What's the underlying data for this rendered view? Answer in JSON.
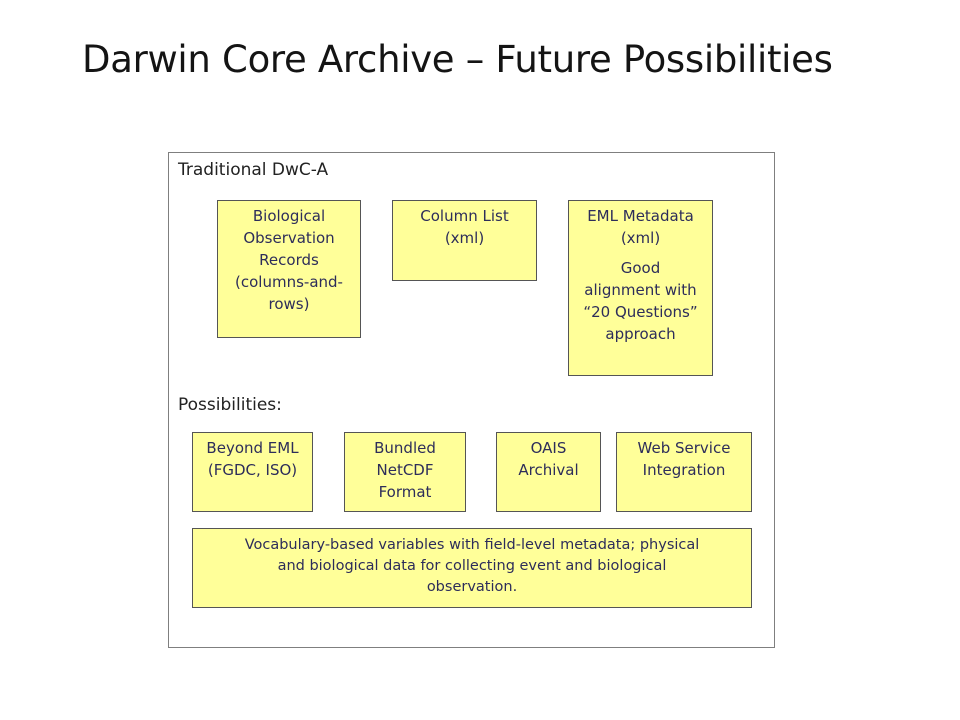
{
  "title": "Darwin Core Archive – Future Possibilities",
  "traditional": {
    "label": "Traditional DwC-A",
    "boxes": [
      {
        "lines": [
          "Biological",
          "Observation",
          "Records",
          "(columns-and-",
          "rows)"
        ]
      },
      {
        "lines": [
          "Column List",
          "(xml)"
        ]
      },
      {
        "lines": [
          "EML Metadata",
          "(xml)"
        ],
        "note_lines": [
          "Good",
          "alignment with",
          "“20 Questions”",
          "approach"
        ]
      }
    ]
  },
  "possibilities": {
    "label": "Possibilities:",
    "boxes": [
      {
        "lines": [
          "Beyond EML",
          "(FGDC, ISO)"
        ]
      },
      {
        "lines": [
          "Bundled",
          "NetCDF",
          "Format"
        ]
      },
      {
        "lines": [
          "OAIS",
          "Archival"
        ]
      },
      {
        "lines": [
          "Web Service",
          "Integration"
        ]
      }
    ],
    "wide_box": {
      "lines": [
        "Vocabulary-based variables with field-level metadata; physical",
        "and biological data for collecting event and biological",
        "observation."
      ]
    }
  },
  "colors": {
    "box_fill": "#ffff99",
    "box_text": "#2d2d5a",
    "border": "#555555"
  }
}
